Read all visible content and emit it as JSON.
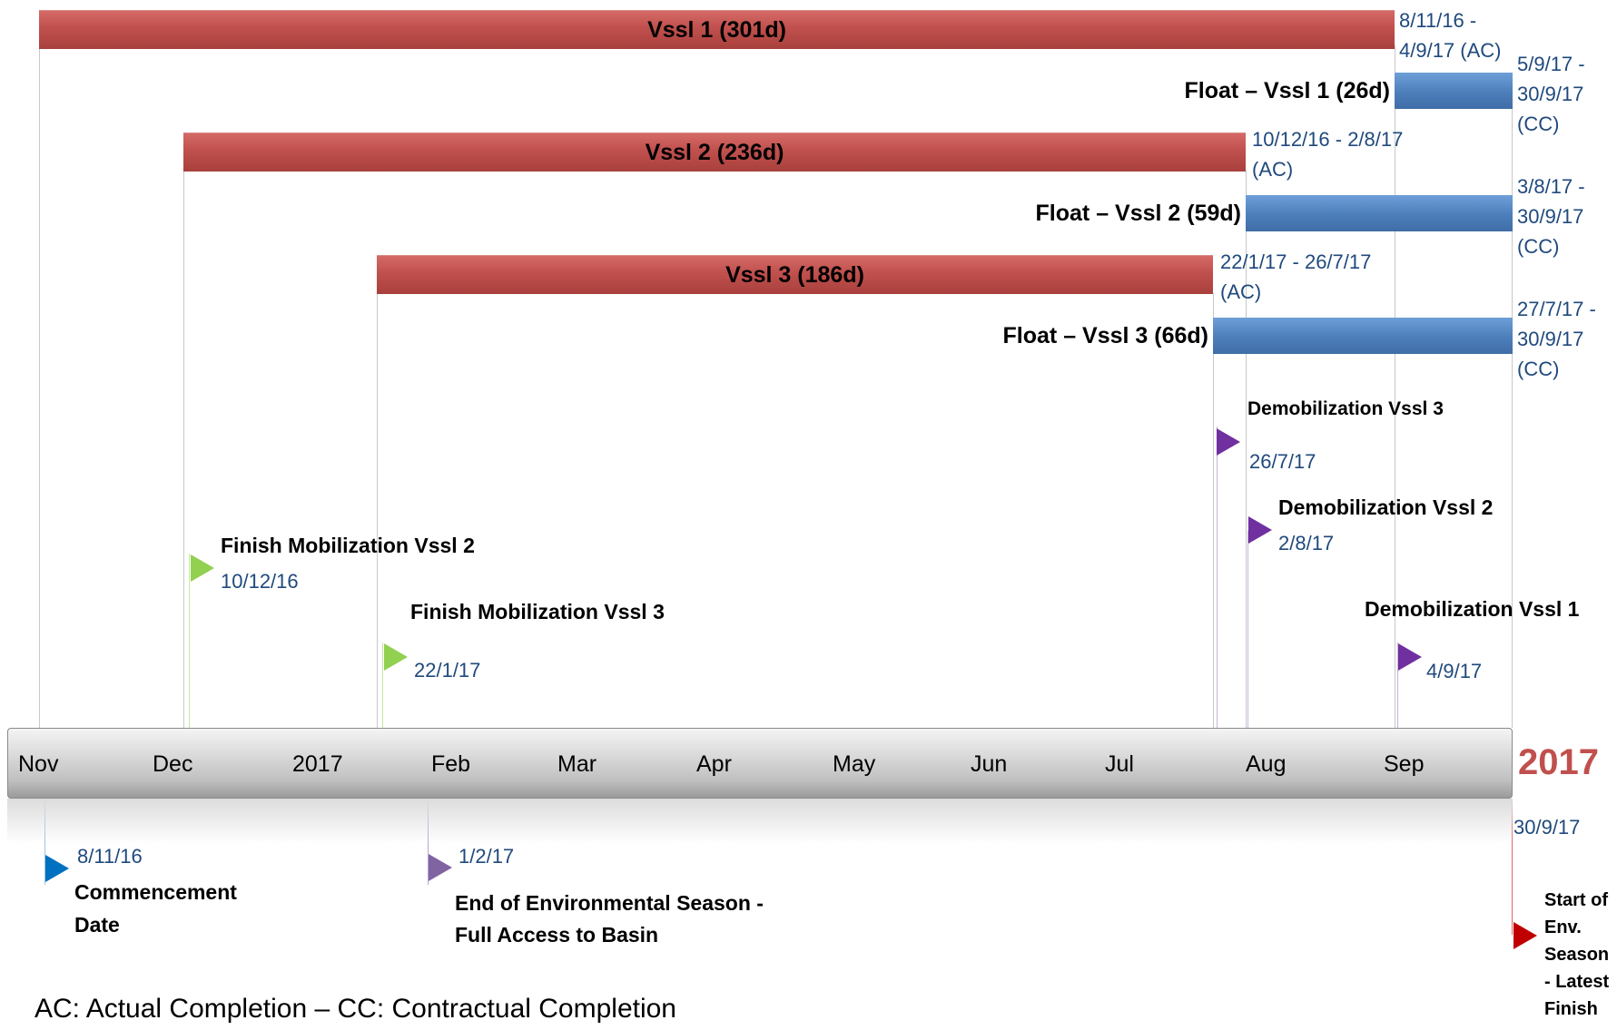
{
  "tasks": [
    {
      "label": "Vssl 1 (301d)",
      "dates": "8/11/16 - 4/9/17 (AC)"
    },
    {
      "label": "Float – Vssl 1  (26d)",
      "dates": "5/9/17 - 30/9/17 (CC)"
    },
    {
      "label": "Vssl 2 (236d)",
      "dates": "10/12/16 - 2/8/17 (AC)"
    },
    {
      "label": "Float – Vssl 2 (59d)",
      "dates": "3/8/17 - 30/9/17 (CC)"
    },
    {
      "label": "Vssl 3 (186d)",
      "dates": "22/1/17 - 26/7/17 (AC)"
    },
    {
      "label": "Float – Vssl 3  (66d)",
      "dates": "27/7/17 - 30/9/17 (CC)"
    }
  ],
  "milestones": [
    {
      "label": "Demobilization Vssl 3",
      "date": "26/7/17",
      "color": "#7030a0"
    },
    {
      "label": "Demobilization Vssl 2",
      "date": "2/8/17",
      "color": "#7030a0"
    },
    {
      "label": "Finish Mobilization Vssl 2",
      "date": "10/12/16",
      "color": "#92d050"
    },
    {
      "label": "Finish Mobilization Vssl 3",
      "date": "22/1/17",
      "color": "#92d050"
    },
    {
      "label": "Demobilization Vssl 1",
      "date": "4/9/17",
      "color": "#7030a0"
    },
    {
      "label": "Commencement Date",
      "date": "8/11/16",
      "color": "#0070c0"
    },
    {
      "label": "End of Environmental Season - Full Access to Basin",
      "date": "1/2/17",
      "color": "#8064a2"
    },
    {
      "label": "Start of Env. Season - Latest Finish",
      "date": "30/9/17",
      "color": "#c00000"
    }
  ],
  "timeline": {
    "months": [
      "Nov",
      "Dec",
      "2017",
      "Feb",
      "Mar",
      "Apr",
      "May",
      "Jun",
      "Jul",
      "Aug",
      "Sep"
    ],
    "year": "2017"
  },
  "legend_note": "AC: Actual Completion – CC: Contractual Completion",
  "colors": {
    "task_bar": "#c0504d",
    "float_bar": "#4f81bd",
    "date_text": "#1f497d",
    "year_text": "#c0504d"
  }
}
